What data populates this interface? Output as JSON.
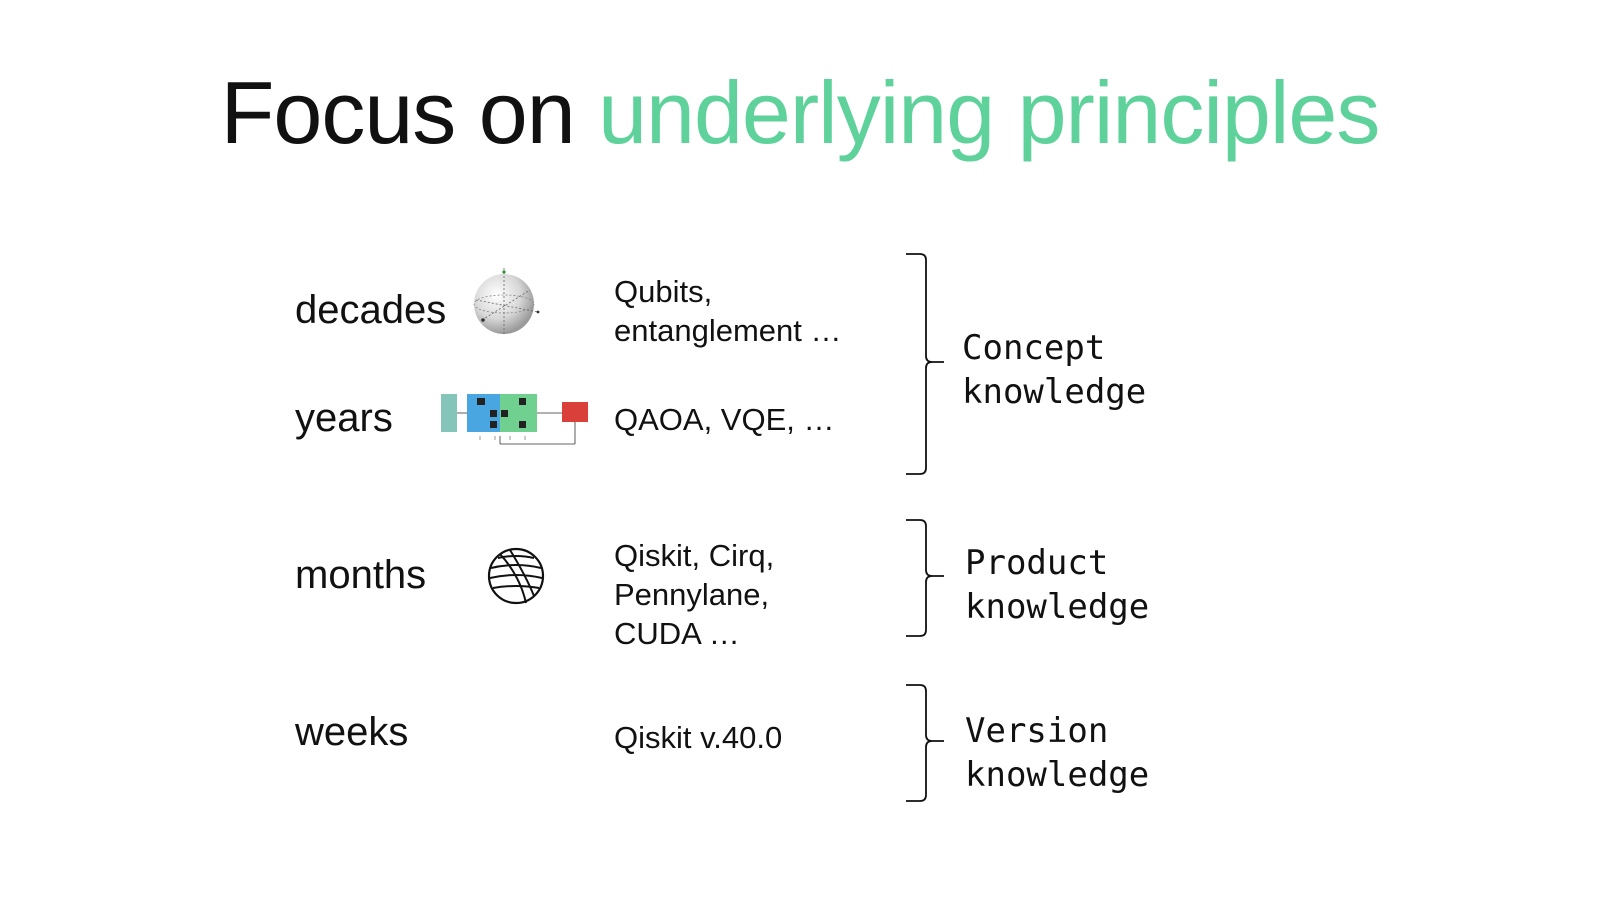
{
  "title": {
    "prefix": "Focus on",
    "accent": "underlying principles",
    "accent_color": "#5fd29c"
  },
  "rows": [
    {
      "timescale": "decades",
      "icon": "bloch-sphere-icon",
      "desc_lines": [
        "Qubits,",
        "entanglement …"
      ]
    },
    {
      "timescale": "years",
      "icon": "quantum-algorithm-diagram",
      "desc_lines": [
        "QAOA, VQE,  …"
      ]
    },
    {
      "timescale": "months",
      "icon": "wireframe-globe-icon",
      "desc_lines": [
        "Qiskit, Cirq,",
        "Pennylane,",
        "CUDA …"
      ]
    },
    {
      "timescale": "weeks",
      "icon": "",
      "desc_lines": [
        "Qiskit v.40.0"
      ]
    }
  ],
  "categories": [
    {
      "lines": [
        "Concept",
        "knowledge"
      ]
    },
    {
      "lines": [
        "Product",
        "knowledge"
      ]
    },
    {
      "lines": [
        "Version",
        "knowledge"
      ]
    }
  ]
}
